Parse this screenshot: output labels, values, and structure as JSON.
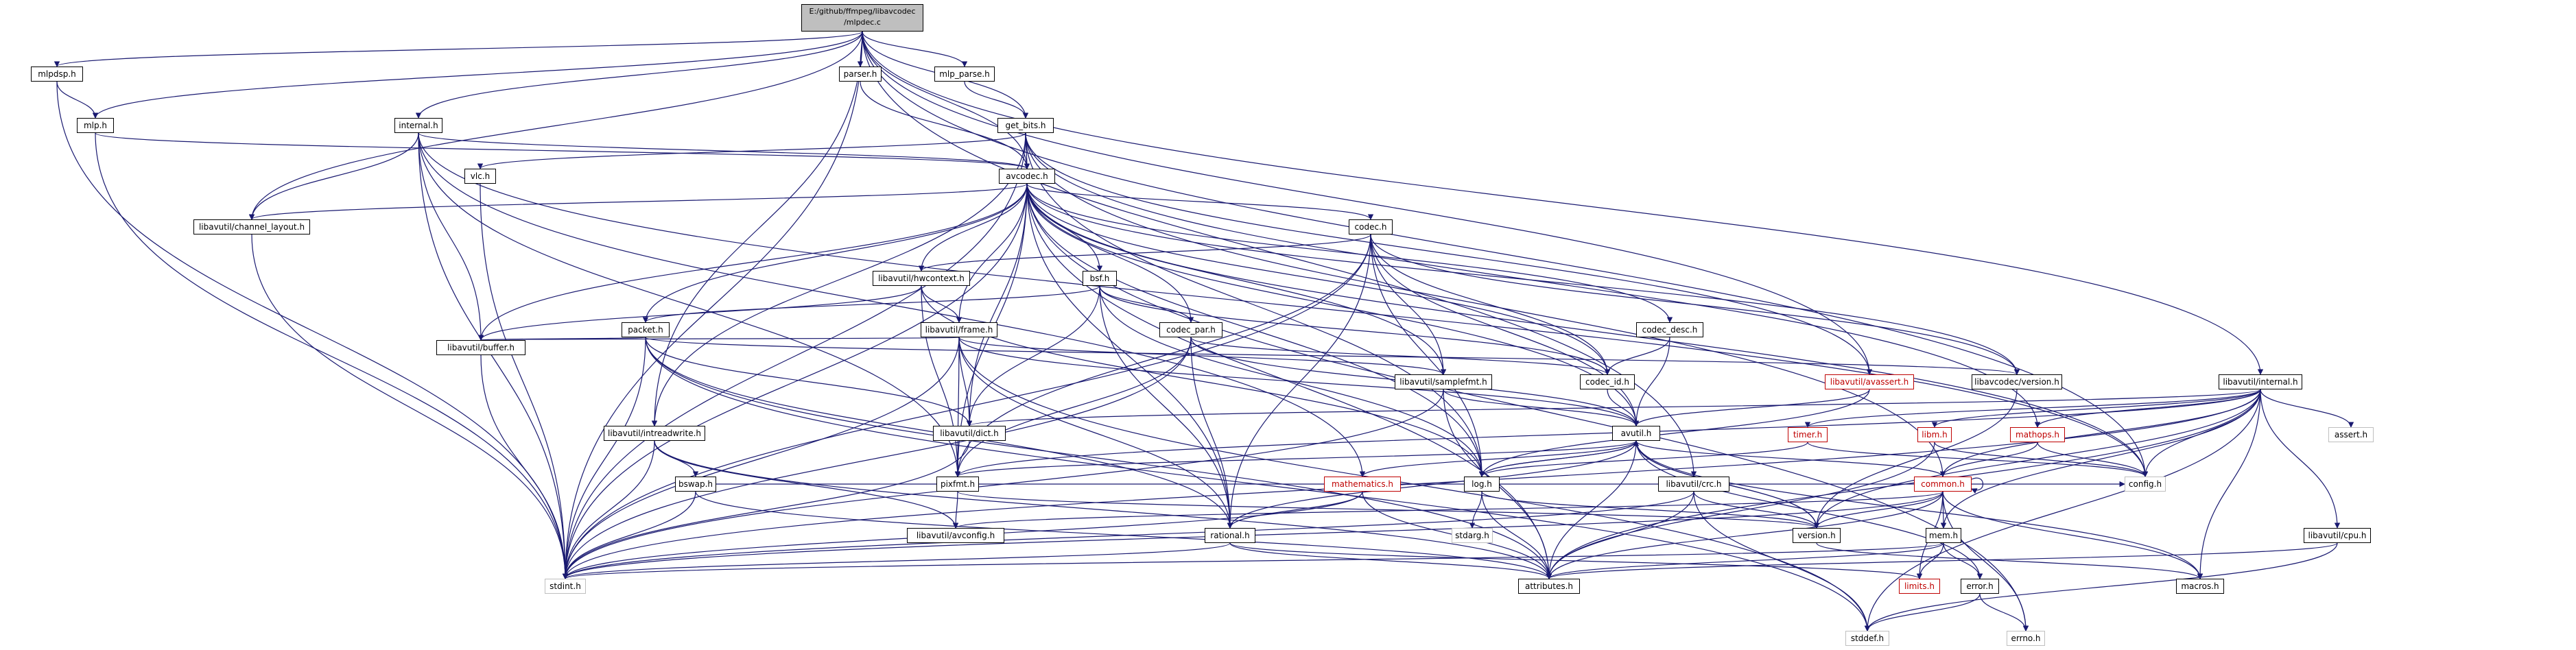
{
  "graph": {
    "root": {
      "line1": "E:/github/ffmpeg/libavcodec",
      "line2": "/mlpdec.c"
    },
    "nodes": {
      "mlpdsp": "mlpdsp.h",
      "parser": "parser.h",
      "mlp_parse": "mlp_parse.h",
      "get_bits": "get_bits.h",
      "mlp": "mlp.h",
      "internal": "internal.h",
      "vlc": "vlc.h",
      "avcodec": "avcodec.h",
      "channel_layout": "libavutil/channel_layout.h",
      "codec": "codec.h",
      "hwcontext": "libavutil/hwcontext.h",
      "bsf": "bsf.h",
      "packet": "packet.h",
      "frame": "libavutil/frame.h",
      "codec_par": "codec_par.h",
      "codec_desc": "codec_desc.h",
      "buffer": "libavutil/buffer.h",
      "samplefmt": "libavutil/samplefmt.h",
      "codec_id": "codec_id.h",
      "avassert": "libavutil/avassert.h",
      "lavc_version": "libavcodec/version.h",
      "lavu_internal": "libavutil/internal.h",
      "intreadwrite": "libavutil/intreadwrite.h",
      "dict": "libavutil/dict.h",
      "avutil": "avutil.h",
      "timer": "timer.h",
      "libm": "libm.h",
      "mathops": "mathops.h",
      "assert": "assert.h",
      "bswap": "bswap.h",
      "pixfmt": "pixfmt.h",
      "mathematics": "mathematics.h",
      "log": "log.h",
      "common": "common.h",
      "config": "config.h",
      "crc": "libavutil/crc.h",
      "avconfig": "libavutil/avconfig.h",
      "rational": "rational.h",
      "stdarg": "stdarg.h",
      "version": "version.h",
      "mem": "mem.h",
      "cpu": "libavutil/cpu.h",
      "stdint": "stdint.h",
      "attributes": "attributes.h",
      "limits": "limits.h",
      "error": "error.h",
      "macros": "macros.h",
      "stddef": "stddef.h",
      "errno": "errno.h"
    },
    "edges": [
      [
        "root",
        "mlpdsp"
      ],
      [
        "root",
        "parser"
      ],
      [
        "root",
        "mlp_parse"
      ],
      [
        "root",
        "get_bits"
      ],
      [
        "root",
        "mlp"
      ],
      [
        "root",
        "internal"
      ],
      [
        "root",
        "avcodec"
      ],
      [
        "root",
        "channel_layout"
      ],
      [
        "root",
        "lavu_internal"
      ],
      [
        "root",
        "intreadwrite"
      ],
      [
        "root",
        "crc"
      ],
      [
        "root",
        "config"
      ],
      [
        "root",
        "stdint"
      ],
      [
        "root",
        "avassert"
      ],
      [
        "mlpdsp",
        "mlp"
      ],
      [
        "mlpdsp",
        "stdint"
      ],
      [
        "mlp",
        "avcodec"
      ],
      [
        "mlp",
        "stdint"
      ],
      [
        "parser",
        "avcodec"
      ],
      [
        "mlp_parse",
        "get_bits"
      ],
      [
        "get_bits",
        "avcodec"
      ],
      [
        "get_bits",
        "vlc"
      ],
      [
        "get_bits",
        "mathops"
      ],
      [
        "get_bits",
        "avassert"
      ],
      [
        "get_bits",
        "common"
      ],
      [
        "get_bits",
        "intreadwrite"
      ],
      [
        "get_bits",
        "log"
      ],
      [
        "get_bits",
        "stdint"
      ],
      [
        "internal",
        "avcodec"
      ],
      [
        "internal",
        "channel_layout"
      ],
      [
        "internal",
        "buffer"
      ],
      [
        "internal",
        "config"
      ],
      [
        "internal",
        "pixfmt"
      ],
      [
        "internal",
        "mathematics"
      ],
      [
        "internal",
        "stdint"
      ],
      [
        "vlc",
        "stdint"
      ],
      [
        "avcodec",
        "channel_layout"
      ],
      [
        "avcodec",
        "codec"
      ],
      [
        "avcodec",
        "hwcontext"
      ],
      [
        "avcodec",
        "bsf"
      ],
      [
        "avcodec",
        "packet"
      ],
      [
        "avcodec",
        "frame"
      ],
      [
        "avcodec",
        "codec_par"
      ],
      [
        "avcodec",
        "codec_desc"
      ],
      [
        "avcodec",
        "buffer"
      ],
      [
        "avcodec",
        "samplefmt"
      ],
      [
        "avcodec",
        "codec_id"
      ],
      [
        "avcodec",
        "lavc_version"
      ],
      [
        "avcodec",
        "dict"
      ],
      [
        "avcodec",
        "avutil"
      ],
      [
        "avcodec",
        "pixfmt"
      ],
      [
        "avcodec",
        "log"
      ],
      [
        "avcodec",
        "rational"
      ],
      [
        "avcodec",
        "attributes"
      ],
      [
        "avcodec",
        "stdint"
      ],
      [
        "avcodec",
        "errno"
      ],
      [
        "avcodec",
        "config"
      ],
      [
        "channel_layout",
        "stdint"
      ],
      [
        "codec",
        "hwcontext"
      ],
      [
        "codec",
        "codec_id"
      ],
      [
        "codec",
        "samplefmt"
      ],
      [
        "codec",
        "avutil"
      ],
      [
        "codec",
        "log"
      ],
      [
        "codec",
        "pixfmt"
      ],
      [
        "codec",
        "rational"
      ],
      [
        "codec",
        "lavc_version"
      ],
      [
        "codec",
        "stdint"
      ],
      [
        "hwcontext",
        "buffer"
      ],
      [
        "hwcontext",
        "frame"
      ],
      [
        "hwcontext",
        "log"
      ],
      [
        "hwcontext",
        "pixfmt"
      ],
      [
        "bsf",
        "packet"
      ],
      [
        "bsf",
        "codec_par"
      ],
      [
        "bsf",
        "codec_id"
      ],
      [
        "bsf",
        "dict"
      ],
      [
        "bsf",
        "log"
      ],
      [
        "bsf",
        "rational"
      ],
      [
        "packet",
        "buffer"
      ],
      [
        "packet",
        "dict"
      ],
      [
        "packet",
        "rational"
      ],
      [
        "packet",
        "lavc_version"
      ],
      [
        "packet",
        "attributes"
      ],
      [
        "packet",
        "stdint"
      ],
      [
        "packet",
        "stddef"
      ],
      [
        "frame",
        "buffer"
      ],
      [
        "frame",
        "dict"
      ],
      [
        "frame",
        "samplefmt"
      ],
      [
        "frame",
        "avutil"
      ],
      [
        "frame",
        "pixfmt"
      ],
      [
        "frame",
        "rational"
      ],
      [
        "frame",
        "stdint"
      ],
      [
        "frame",
        "stddef"
      ],
      [
        "codec_par",
        "codec_id"
      ],
      [
        "codec_par",
        "avutil"
      ],
      [
        "codec_par",
        "pixfmt"
      ],
      [
        "codec_par",
        "rational"
      ],
      [
        "codec_par",
        "stdint"
      ],
      [
        "codec_desc",
        "codec_id"
      ],
      [
        "codec_desc",
        "avutil"
      ],
      [
        "buffer",
        "stdint"
      ],
      [
        "samplefmt",
        "avutil"
      ],
      [
        "samplefmt",
        "attributes"
      ],
      [
        "samplefmt",
        "stdint"
      ],
      [
        "codec_id",
        "avutil"
      ],
      [
        "avassert",
        "avutil"
      ],
      [
        "avassert",
        "log"
      ],
      [
        "lavc_version",
        "version"
      ],
      [
        "lavu_internal",
        "timer"
      ],
      [
        "lavu_internal",
        "libm"
      ],
      [
        "lavu_internal",
        "mathops"
      ],
      [
        "lavu_internal",
        "assert"
      ],
      [
        "lavu_internal",
        "config"
      ],
      [
        "lavu_internal",
        "dict"
      ],
      [
        "lavu_internal",
        "pixfmt"
      ],
      [
        "lavu_internal",
        "common"
      ],
      [
        "lavu_internal",
        "cpu"
      ],
      [
        "lavu_internal",
        "version"
      ],
      [
        "lavu_internal",
        "mem"
      ],
      [
        "lavu_internal",
        "attributes"
      ],
      [
        "lavu_internal",
        "macros"
      ],
      [
        "lavu_internal",
        "stddef"
      ],
      [
        "lavu_internal",
        "stdint"
      ],
      [
        "intreadwrite",
        "bswap"
      ],
      [
        "intreadwrite",
        "avconfig"
      ],
      [
        "intreadwrite",
        "attributes"
      ],
      [
        "intreadwrite",
        "stdint"
      ],
      [
        "dict",
        "stdint"
      ],
      [
        "avutil",
        "common"
      ],
      [
        "avutil",
        "error"
      ],
      [
        "avutil",
        "version"
      ],
      [
        "avutil",
        "macros"
      ],
      [
        "avutil",
        "mathematics"
      ],
      [
        "avutil",
        "rational"
      ],
      [
        "avutil",
        "log"
      ],
      [
        "avutil",
        "pixfmt"
      ],
      [
        "avutil",
        "attributes"
      ],
      [
        "timer",
        "log"
      ],
      [
        "timer",
        "config"
      ],
      [
        "libm",
        "config"
      ],
      [
        "libm",
        "attributes"
      ],
      [
        "mathops",
        "config"
      ],
      [
        "mathops",
        "common"
      ],
      [
        "bswap",
        "config"
      ],
      [
        "bswap",
        "attributes"
      ],
      [
        "bswap",
        "stdint"
      ],
      [
        "pixfmt",
        "avconfig"
      ],
      [
        "pixfmt",
        "version"
      ],
      [
        "mathematics",
        "rational"
      ],
      [
        "mathematics",
        "attributes"
      ],
      [
        "mathematics",
        "stdint"
      ],
      [
        "log",
        "stdarg"
      ],
      [
        "log",
        "attributes"
      ],
      [
        "log",
        "version"
      ],
      [
        "log",
        "avutil"
      ],
      [
        "common",
        "attributes"
      ],
      [
        "common",
        "macros"
      ],
      [
        "common",
        "version"
      ],
      [
        "common",
        "mem"
      ],
      [
        "common",
        "limits"
      ],
      [
        "common",
        "errno"
      ],
      [
        "common",
        "stdint"
      ],
      [
        "common",
        "avconfig"
      ],
      [
        "common",
        "common"
      ],
      [
        "crc",
        "attributes"
      ],
      [
        "crc",
        "version"
      ],
      [
        "crc",
        "stddef"
      ],
      [
        "crc",
        "stdint"
      ],
      [
        "rational",
        "attributes"
      ],
      [
        "rational",
        "limits"
      ],
      [
        "rational",
        "stdint"
      ],
      [
        "version",
        "macros"
      ],
      [
        "mem",
        "error"
      ],
      [
        "mem",
        "limits"
      ],
      [
        "mem",
        "attributes"
      ],
      [
        "mem",
        "stdint"
      ],
      [
        "cpu",
        "attributes"
      ],
      [
        "cpu",
        "stddef"
      ],
      [
        "error",
        "errno"
      ],
      [
        "error",
        "stddef"
      ],
      [
        "avutil",
        "version"
      ]
    ]
  }
}
